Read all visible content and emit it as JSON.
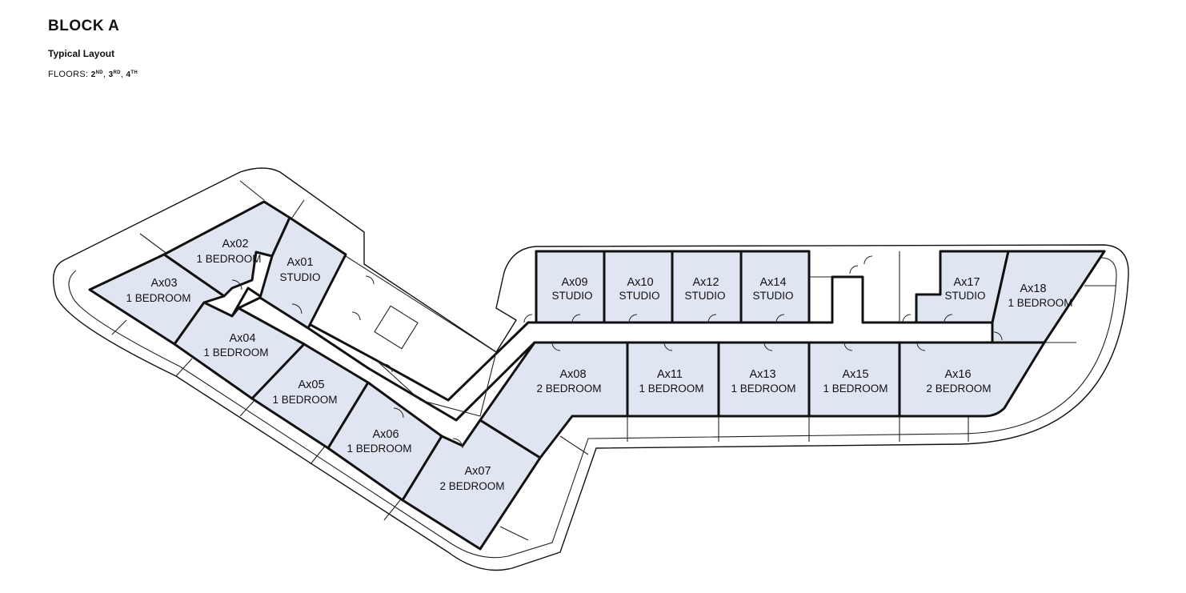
{
  "header": {
    "block": "BLOCK A",
    "layout": "Typical Layout",
    "floors_label": "FLOORS:",
    "floors": [
      {
        "num": "2",
        "suffix": "ND"
      },
      {
        "num": "3",
        "suffix": "RD"
      },
      {
        "num": "4",
        "suffix": "TH"
      }
    ]
  },
  "colors": {
    "unit_fill": "#dfe6f2",
    "wall": "#111111",
    "background": "#ffffff"
  },
  "units": [
    {
      "id": "Ax01",
      "type": "STUDIO"
    },
    {
      "id": "Ax02",
      "type": "1 BEDROOM"
    },
    {
      "id": "Ax03",
      "type": "1 BEDROOM"
    },
    {
      "id": "Ax04",
      "type": "1 BEDROOM"
    },
    {
      "id": "Ax05",
      "type": "1 BEDROOM"
    },
    {
      "id": "Ax06",
      "type": "1 BEDROOM"
    },
    {
      "id": "Ax07",
      "type": "2 BEDROOM"
    },
    {
      "id": "Ax08",
      "type": "2 BEDROOM"
    },
    {
      "id": "Ax09",
      "type": "STUDIO"
    },
    {
      "id": "Ax10",
      "type": "STUDIO"
    },
    {
      "id": "Ax11",
      "type": "1 BEDROOM"
    },
    {
      "id": "Ax12",
      "type": "STUDIO"
    },
    {
      "id": "Ax13",
      "type": "1 BEDROOM"
    },
    {
      "id": "Ax14",
      "type": "STUDIO"
    },
    {
      "id": "Ax15",
      "type": "1 BEDROOM"
    },
    {
      "id": "Ax16",
      "type": "2 BEDROOM"
    },
    {
      "id": "Ax17",
      "type": "STUDIO"
    },
    {
      "id": "Ax18",
      "type": "1 BEDROOM"
    }
  ]
}
